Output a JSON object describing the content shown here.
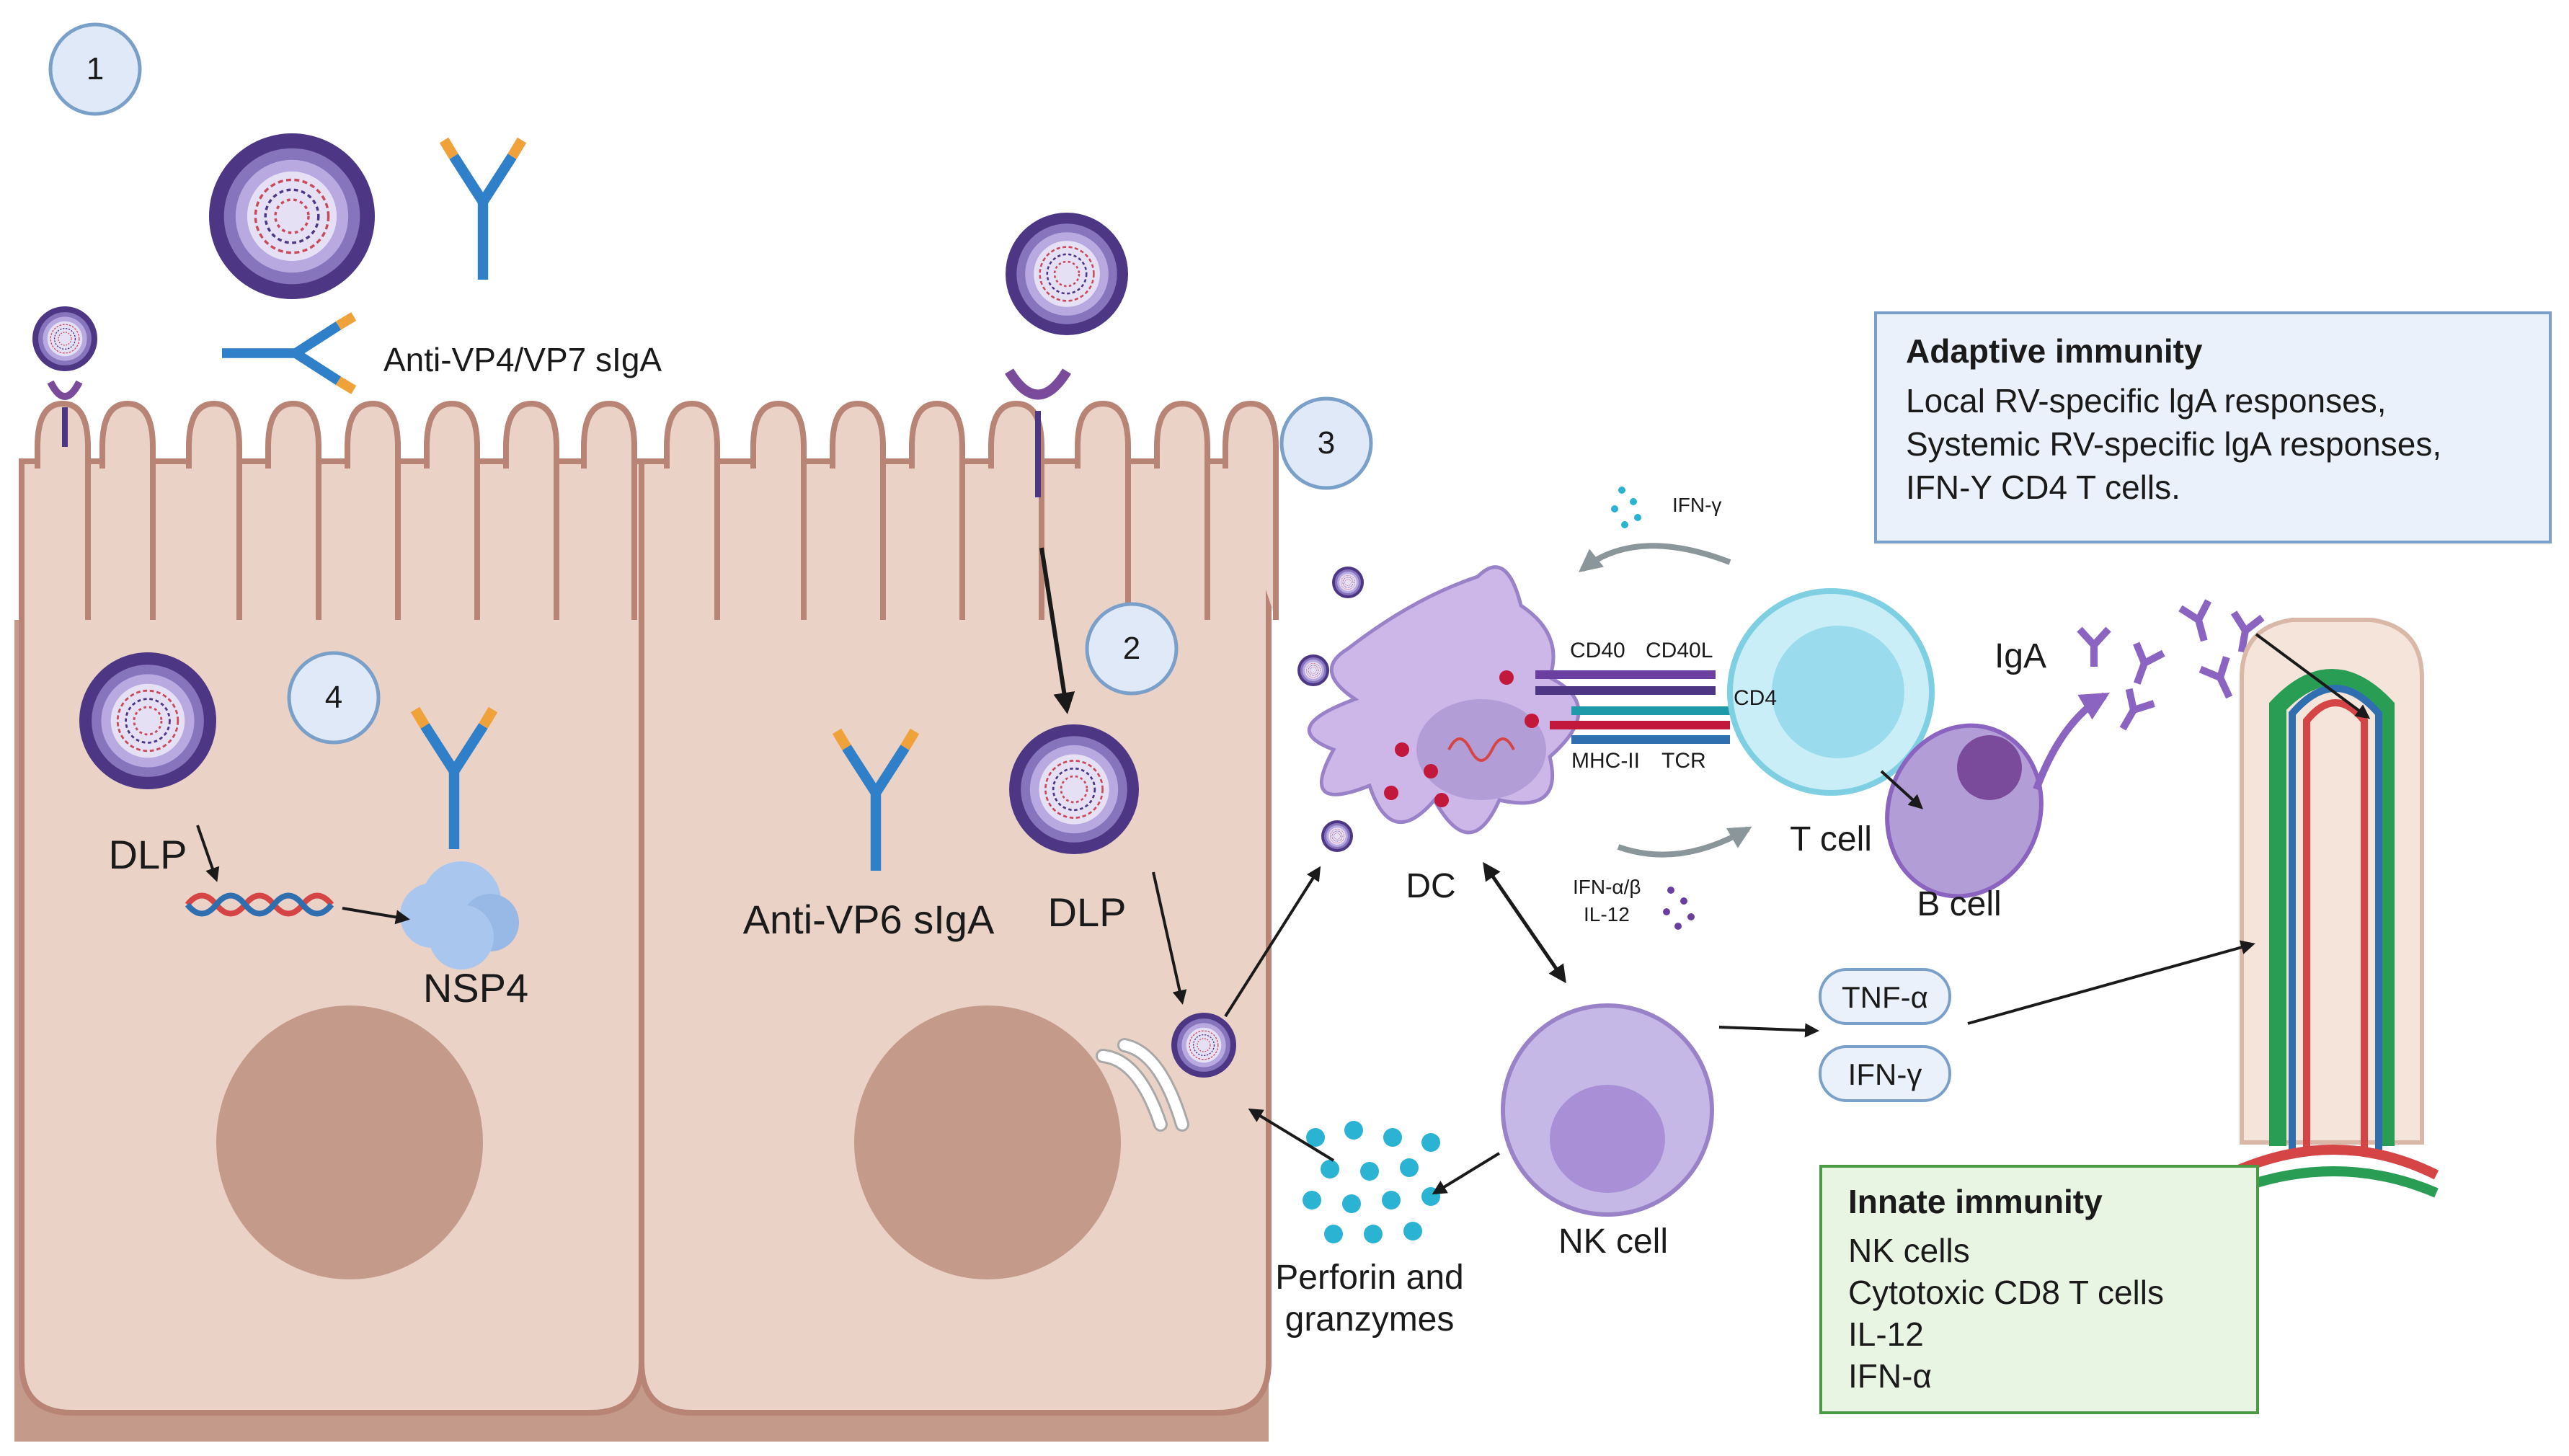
{
  "steps": [
    "1",
    "2",
    "3",
    "4"
  ],
  "labels": {
    "anti_vp4_vp7": "Anti-VP4/VP7 sIgA",
    "dlp_left": "DLP",
    "nsp4": "NSP4",
    "anti_vp6": "Anti-VP6 sIgA",
    "dlp_mid": "DLP",
    "perforin": [
      "Perforin and",
      "granzymes"
    ],
    "nk_cell": "NK cell",
    "dc": "DC",
    "t_cell": "T cell",
    "b_cell": "B cell",
    "iga": "IgA",
    "cd40": "CD40",
    "cd40l": "CD40L",
    "cd4": "CD4",
    "mhc2": "MHC-II",
    "tcr": "TCR",
    "ifn_gamma_small": "IFN-γ",
    "ifn_ab": "IFN-α/β",
    "il12": "IL-12",
    "tnf_pill": "TNF-α",
    "ifn_pill": "IFN-γ"
  },
  "adaptive": {
    "title": "Adaptive immunity",
    "lines": [
      "Local RV-specific lgA responses,",
      "Systemic RV-specific lgA responses,",
      "IFN-Y CD4 T cells."
    ]
  },
  "innate": {
    "title": "Innate immunity",
    "lines": [
      "NK cells",
      "Cytotoxic CD8 T cells",
      "IL-12",
      "IFN-α"
    ]
  },
  "colors": {
    "cell_fill": "#ead2c6",
    "cell_border": "#b88476",
    "nucleus": "#c49a8a",
    "virus_dark": "#4d3785",
    "virus_mid": "#8674bd",
    "step_circle": "#dfe9f7",
    "antibody_blue": "#2f7fc9",
    "antibody_orange": "#f0a23a",
    "t_cell": "#c9eef7",
    "nk_cell": "#c6b8e6",
    "b_cell": "#b39dd6",
    "dc": "#cdb7e8"
  }
}
